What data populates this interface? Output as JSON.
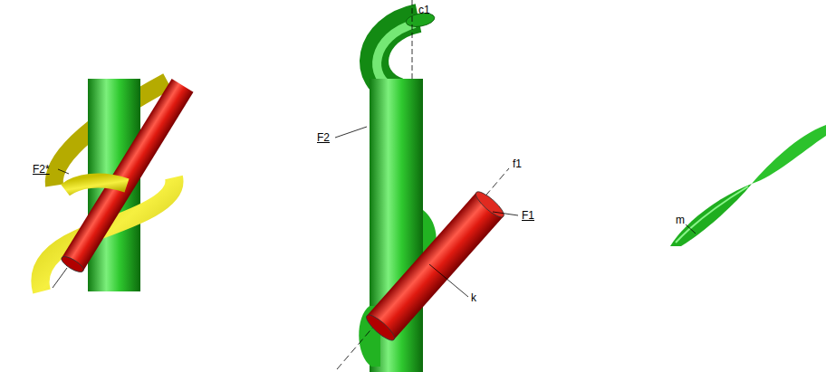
{
  "diagram": {
    "labels": [
      "F2*",
      "c1",
      "F2",
      "f1",
      "F1",
      "k",
      "m"
    ]
  }
}
